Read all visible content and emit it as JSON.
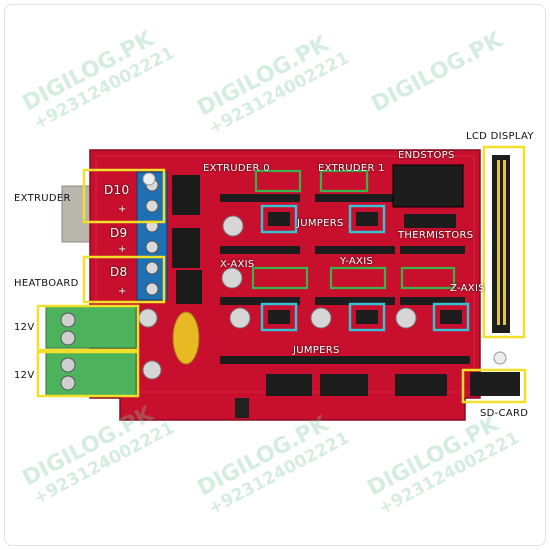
{
  "diagram": {
    "labels": {
      "extruder": "EXTRUDER",
      "heatboard": "HEATBOARD",
      "v12_top": "12V",
      "v12_bottom": "12V",
      "lcd_display": "LCD DISPLAY",
      "sd_card": "SD-CARD",
      "extruder0": "EXTRUDER 0",
      "extruder1": "EXTRUDER 1",
      "endstops": "ENDSTOPS",
      "jumpers_top": "JUMPERS",
      "thermistors": "THERMISTORS",
      "x_axis": "X-AXIS",
      "y_axis": "Y-AXIS",
      "z_axis": "Z-AXIS",
      "jumpers_bottom": "JUMPERS",
      "d10": "D10",
      "d9": "D9",
      "d8": "D8",
      "plus1": "+",
      "plus2": "+",
      "plus3": "+"
    },
    "watermark": {
      "site": "DIGILOG.PK",
      "phone": "+923124002221"
    },
    "colors": {
      "board": "#c8102e",
      "callout_yellow": "#f2df2a",
      "callout_green": "#3cb24a",
      "callout_cyan": "#36c3d6",
      "terminal_blue": "#1f6fb3",
      "terminal_green": "#4cb35c"
    }
  }
}
